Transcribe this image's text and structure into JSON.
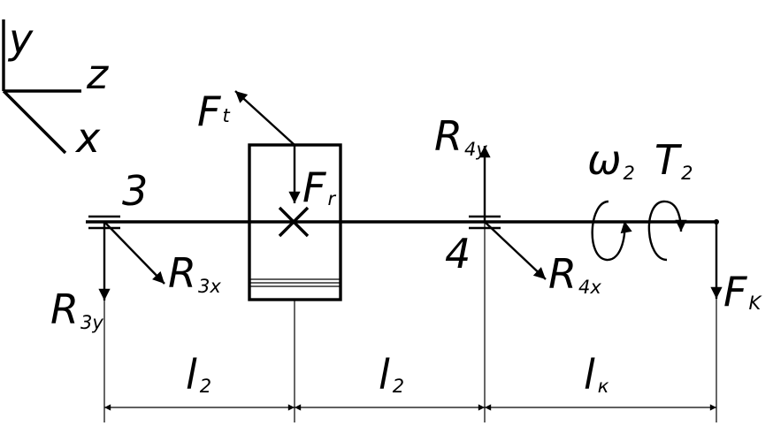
{
  "axes": {
    "y": "y",
    "z": "z",
    "x": "x"
  },
  "supports": {
    "left": "3",
    "right": "4"
  },
  "forces": {
    "ft": {
      "main": "F",
      "sub": "t"
    },
    "fr": {
      "main": "F",
      "sub": "r"
    },
    "r3y": {
      "main": "R",
      "sub": "3y"
    },
    "r3x": {
      "main": "R",
      "sub": "3x"
    },
    "r4y": {
      "main": "R",
      "sub": "4y"
    },
    "r4x": {
      "main": "R",
      "sub": "4x"
    },
    "fk": {
      "main": "F",
      "sub": "K"
    }
  },
  "rotation": {
    "omega": {
      "main": "ω",
      "sub": "2"
    },
    "torque": {
      "main": "T",
      "sub": "2"
    }
  },
  "dimensions": [
    {
      "main": "l",
      "sub": "2"
    },
    {
      "main": "l",
      "sub": "2"
    },
    {
      "main": "l",
      "sub": "к"
    }
  ]
}
